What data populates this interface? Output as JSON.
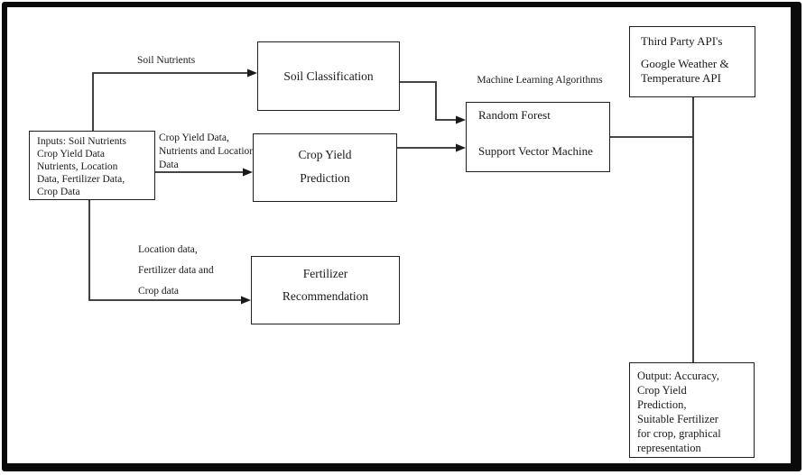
{
  "diagram_title": "Crop yield prediction system flow diagram",
  "colors": {
    "background": "#ffffff",
    "frame_border": "#0a0a0a",
    "box_border": "#1f1f1f",
    "connector_line": "#2b2b2b",
    "text": "#1a1a1a"
  },
  "nodes": {
    "inputs": {
      "lines": [
        "Inputs: Soil Nutrients",
        "Crop Yield Data",
        "Nutrients, Location",
        "Data, Fertilizer Data,",
        "Crop Data"
      ]
    },
    "soil_classification": {
      "label": "Soil Classification"
    },
    "crop_yield_prediction": {
      "lines": [
        "Crop Yield",
        "Prediction"
      ]
    },
    "fertilizer_recommendation": {
      "lines": [
        "Fertilizer",
        "Recommendation"
      ]
    },
    "ml_algorithms": {
      "title": "Machine Learning Algorithms",
      "lines": [
        "Random Forest",
        "Support Vector Machine"
      ]
    },
    "third_party_api": {
      "lines": [
        "Third Party API's",
        "Google Weather &",
        "Temperature API"
      ]
    },
    "output": {
      "lines": [
        "Output: Accuracy,",
        "Crop Yield",
        "Prediction,",
        "Suitable Fertilizer",
        "for crop, graphical",
        "representation"
      ]
    }
  },
  "edge_labels": {
    "to_soil_classification": {
      "lines": [
        "Soil Nutrients"
      ]
    },
    "to_crop_yield_prediction": {
      "lines": [
        "Crop Yield Data,",
        "Nutrients and Location",
        "Data"
      ]
    },
    "to_fertilizer_recommendation": {
      "lines": [
        "Location data,",
        "Fertilizer data and",
        "Crop data"
      ]
    }
  }
}
